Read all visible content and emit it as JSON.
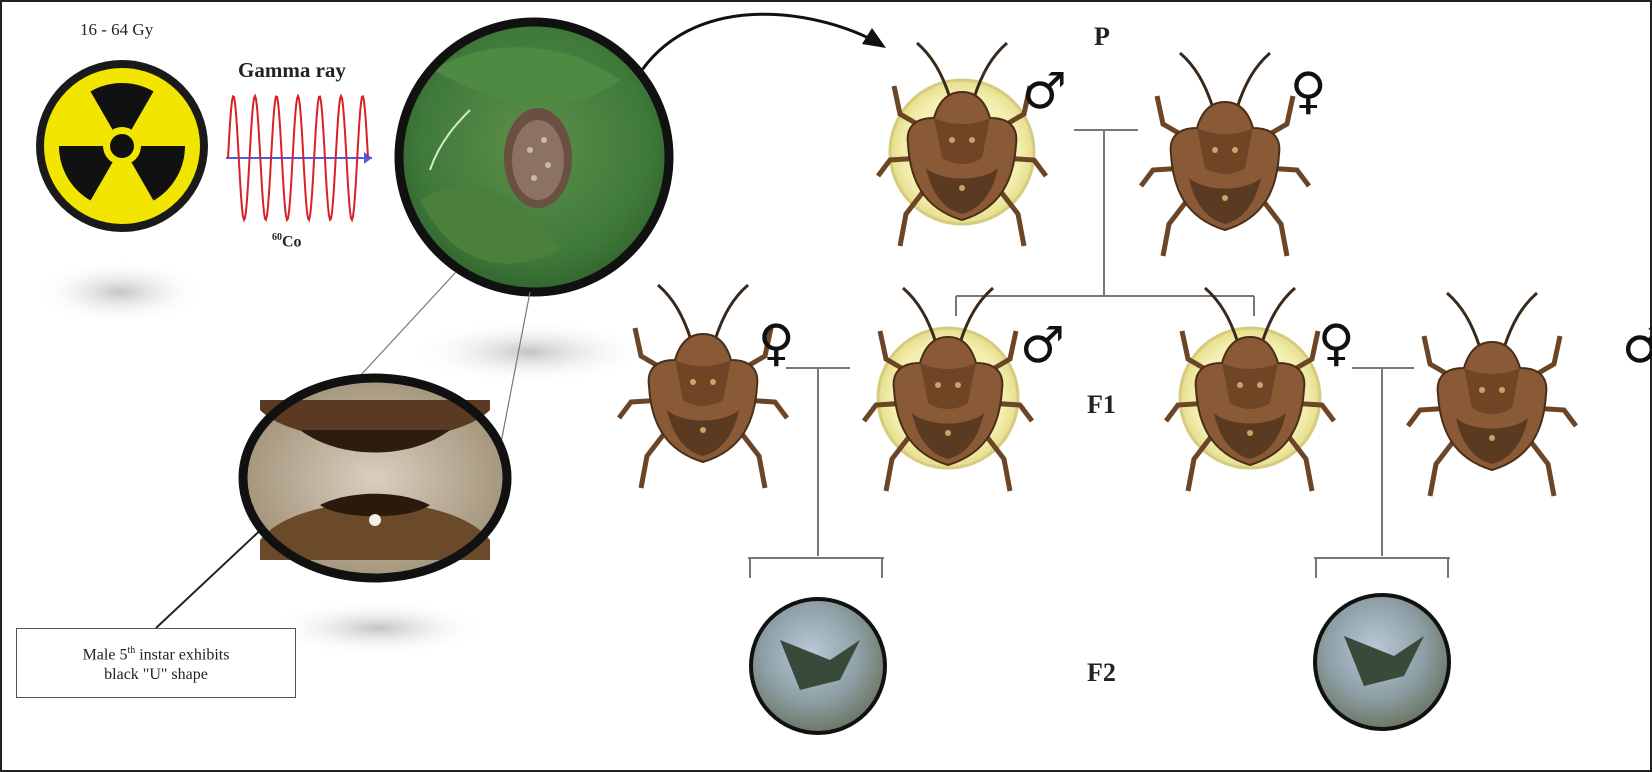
{
  "dose_label": "16 - 64 Gy",
  "gamma_label": "Gamma ray",
  "isotope": {
    "mass": "60",
    "symbol": "Co"
  },
  "generations": {
    "p": "P",
    "f1": "F1",
    "f2": "F2"
  },
  "sex_symbols": {
    "male": "♂",
    "female": "♀"
  },
  "note": {
    "line1_before": "Male 5",
    "line1_sup": "th",
    "line1_after": " instar exhibits",
    "line2": "black \"U\" shape"
  },
  "colors": {
    "radiation_yellow": "#f2e600",
    "wave_red": "#d8202a",
    "wave_axis": "#4a5de8",
    "bug_brown": "#8a5a36",
    "halo_yellow": "#f3eeb0"
  }
}
